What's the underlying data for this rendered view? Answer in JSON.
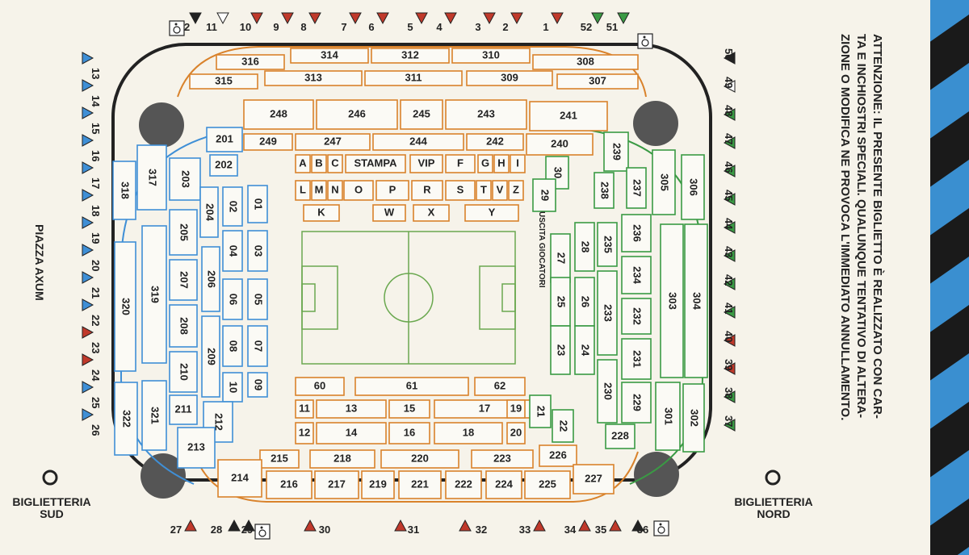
{
  "labels": {
    "piazza": "PIAZZA AXUM",
    "sud_1": "BIGLIETTERIA",
    "sud_2": "SUD",
    "nord_1": "BIGLIETTERIA",
    "nord_2": "NORD",
    "uscita": "USCITA GIOCATORI"
  },
  "notice_lines": [
    "ATTENZIONE: IL PRESENTE BIGLIETTO È REALIZZATO CON CAR-",
    "TA E INCHIOSTRI SPECIALI. QUALUNQUE TENTATIVO DI ALTERA-",
    "ZIONE O MODIFICA NE PROVOCA L'IMMEDIATO ANNULLAMENTO."
  ],
  "colors": {
    "orange": "#d9822b",
    "blue": "#3f8fd6",
    "green": "#3a9a44",
    "red": "#c0392b",
    "dark": "#222222",
    "pitch": "#6aa84f"
  },
  "sections": {
    "orange_3": [
      "316",
      "314",
      "312",
      "310",
      "308",
      "315",
      "313",
      "311",
      "309",
      "307"
    ],
    "orange_2": [
      "248",
      "246",
      "245",
      "243",
      "241",
      "249",
      "247",
      "244",
      "242",
      "240"
    ],
    "orange_1": [
      "A",
      "B",
      "C",
      "STAMPA",
      "VIP",
      "F",
      "G",
      "H",
      "I",
      "L",
      "M",
      "N",
      "O",
      "P",
      "R",
      "S",
      "T",
      "V",
      "Z",
      "K",
      "W",
      "X",
      "Y"
    ],
    "orange_south": [
      "60",
      "61",
      "62",
      "11",
      "13",
      "15",
      "17",
      "19",
      "12",
      "14",
      "16",
      "18",
      "20"
    ],
    "orange_bottom": [
      "215",
      "218",
      "220",
      "223",
      "226",
      "214",
      "216",
      "217",
      "219",
      "221",
      "222",
      "224",
      "225",
      "227"
    ],
    "blue_1": [
      "01",
      "02",
      "03",
      "04",
      "05",
      "06",
      "07",
      "08",
      "09",
      "10"
    ],
    "blue_2": [
      "201",
      "202",
      "203",
      "204",
      "205",
      "206",
      "207",
      "208",
      "209",
      "210",
      "211",
      "212",
      "213"
    ],
    "blue_3": [
      "317",
      "318",
      "319",
      "320",
      "321",
      "322"
    ],
    "green_1": [
      "30",
      "29",
      "28",
      "27",
      "26",
      "25",
      "24",
      "23",
      "22",
      "21"
    ],
    "green_2": [
      "239",
      "238",
      "237",
      "236",
      "235",
      "234",
      "233",
      "232",
      "231",
      "230",
      "229",
      "228"
    ],
    "green_3": [
      "305",
      "306",
      "303",
      "304",
      "301",
      "302"
    ]
  },
  "gates": {
    "top": [
      "12",
      "11",
      "10",
      "9",
      "8",
      "7",
      "6",
      "5",
      "4",
      "3",
      "2",
      "1",
      "52",
      "51"
    ],
    "left": [
      "13",
      "14",
      "15",
      "16",
      "17",
      "18",
      "19",
      "20",
      "21",
      "22",
      "23",
      "24",
      "25",
      "26"
    ],
    "right": [
      "50",
      "49",
      "48",
      "47",
      "46",
      "45",
      "44",
      "43",
      "42",
      "41",
      "40",
      "39",
      "38",
      "37"
    ],
    "bottom": [
      "27",
      "28",
      "29",
      "30",
      "31",
      "32",
      "33",
      "34",
      "35",
      "36"
    ]
  }
}
